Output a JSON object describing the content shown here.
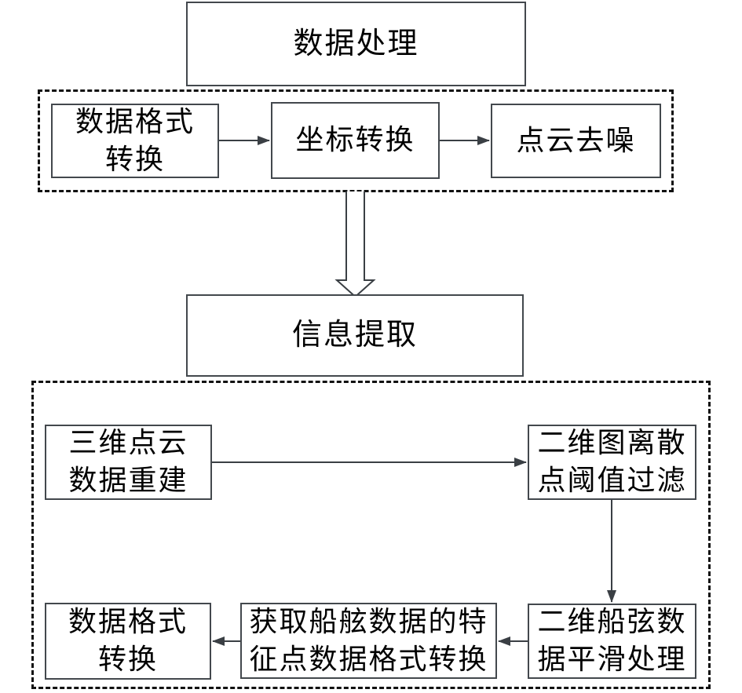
{
  "diagram": {
    "stage1": {
      "title": "数据处理",
      "steps": [
        {
          "label": "数据格式\n转换"
        },
        {
          "label": "坐标转换"
        },
        {
          "label": "点云去噪"
        }
      ]
    },
    "stage2": {
      "title": "信息提取",
      "steps": [
        {
          "label": "三维点云\n数据重建"
        },
        {
          "label": "二维图离散\n点阈值过滤"
        },
        {
          "label": "二维船弦数\n据平滑处理"
        },
        {
          "label": "获取船舷数据的特\n征点数据格式转换"
        },
        {
          "label": "数据格式\n转换"
        }
      ]
    },
    "colors": {
      "box_border": "#43484d",
      "dashed_border": "#111111",
      "arrow": "#3a3f44",
      "background": "#ffffff",
      "text": "#000000"
    }
  }
}
